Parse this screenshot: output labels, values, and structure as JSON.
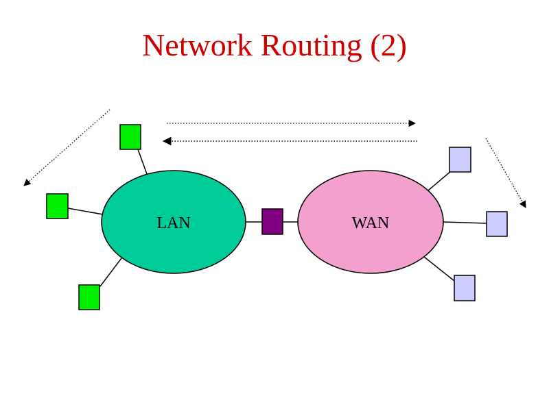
{
  "slide": {
    "title": "Network Routing (2)",
    "title_color": "#cc0000"
  },
  "diagram": {
    "lan": {
      "label": "LAN",
      "color": "#00cc99"
    },
    "wan": {
      "label": "WAN",
      "color": "#f4a0cf"
    },
    "router_color": "#800080",
    "lan_host_color": "#00ee00",
    "wan_host_color": "#ccccff",
    "arrows": [
      "dotted-arrow-left-down",
      "dotted-arrow-right",
      "dotted-arrow-left",
      "dotted-arrow-right-down"
    ]
  }
}
